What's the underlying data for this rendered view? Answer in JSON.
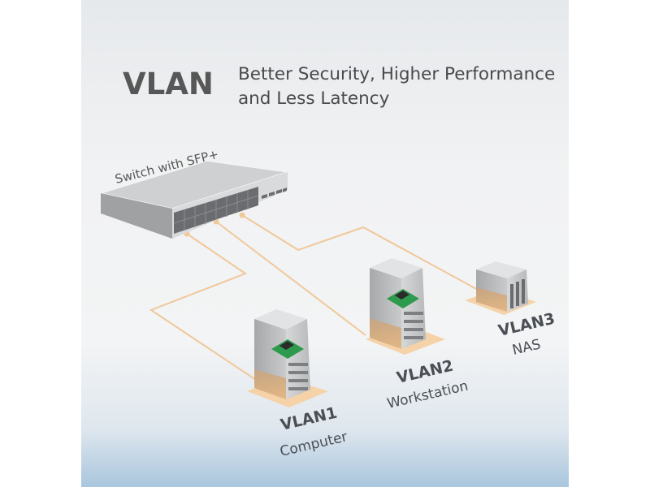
{
  "header": {
    "title": "VLAN",
    "subtitle_line1": "Better Security, Higher Performance",
    "subtitle_line2": "and Less Latency"
  },
  "switch": {
    "label": "Switch with SFP+"
  },
  "devices": [
    {
      "vlan": "VLAN1",
      "role": "Computer",
      "icon": "tower-pc-icon"
    },
    {
      "vlan": "VLAN2",
      "role": "Workstation",
      "icon": "tower-pc-icon"
    },
    {
      "vlan": "VLAN3",
      "role": "NAS",
      "icon": "nas-box-icon"
    }
  ],
  "colors": {
    "cable": "#f0c89a",
    "floor": "#e8b680",
    "title": "#575757",
    "nic_green": "#2e9a4e",
    "bottom_blue": "#a9c6dd"
  }
}
